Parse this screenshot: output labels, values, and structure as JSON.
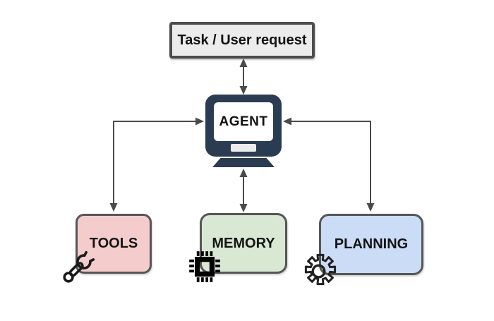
{
  "diagram": {
    "background_color": "#ffffff",
    "arrow_color": "#4a4a4a",
    "task_box": {
      "label": "Task / User request",
      "fill_color": "#ececec",
      "border_color": "#4d4d4d"
    },
    "agent": {
      "label": "AGENT",
      "monitor_color": "#2b3c52",
      "screen_color": "#ffffff"
    },
    "components": [
      {
        "id": "tools",
        "label": "TOOLS",
        "fill_color": "#f4cccc",
        "border_color": "#565656",
        "icon": "wrench-icon"
      },
      {
        "id": "memory",
        "label": "MEMORY",
        "fill_color": "#d9e8d2",
        "border_color": "#565656",
        "icon": "chip-icon"
      },
      {
        "id": "planning",
        "label": "PLANNING",
        "fill_color": "#cbdcf7",
        "border_color": "#565656",
        "icon": "gear-icon"
      }
    ],
    "connections": [
      {
        "from": "Task / User request",
        "to": "AGENT",
        "direction": "bidirectional"
      },
      {
        "from": "AGENT",
        "to": "TOOLS",
        "direction": "bidirectional"
      },
      {
        "from": "AGENT",
        "to": "MEMORY",
        "direction": "bidirectional"
      },
      {
        "from": "AGENT",
        "to": "PLANNING",
        "direction": "bidirectional"
      }
    ]
  }
}
